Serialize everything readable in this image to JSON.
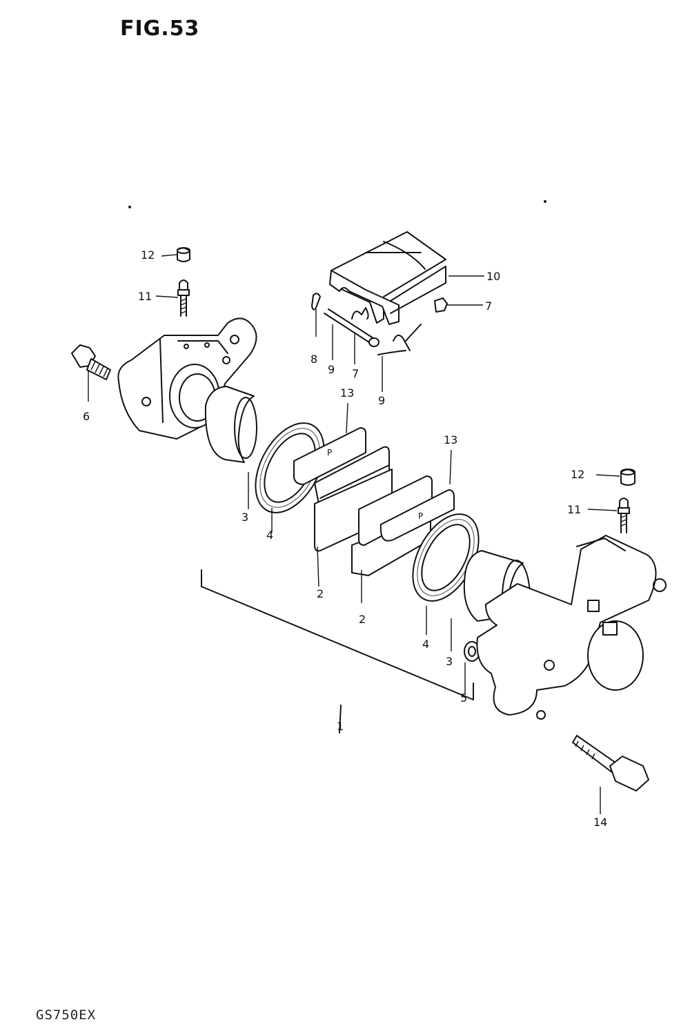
{
  "figure_title": "FIG.53",
  "model_code": "GS750EX",
  "part_labels": [
    {
      "id": "12a",
      "text": "12"
    },
    {
      "id": "11a",
      "text": "11"
    },
    {
      "id": "6",
      "text": "6"
    },
    {
      "id": "8",
      "text": "8"
    },
    {
      "id": "9a",
      "text": "9"
    },
    {
      "id": "7a",
      "text": "7"
    },
    {
      "id": "9b",
      "text": "9"
    },
    {
      "id": "10",
      "text": "10"
    },
    {
      "id": "7b",
      "text": "7"
    },
    {
      "id": "13a",
      "text": "13"
    },
    {
      "id": "13b",
      "text": "13"
    },
    {
      "id": "3a",
      "text": "3"
    },
    {
      "id": "4a",
      "text": "4"
    },
    {
      "id": "2a",
      "text": "2"
    },
    {
      "id": "2b",
      "text": "2"
    },
    {
      "id": "12b",
      "text": "12"
    },
    {
      "id": "11b",
      "text": "11"
    },
    {
      "id": "4b",
      "text": "4"
    },
    {
      "id": "3b",
      "text": "3"
    },
    {
      "id": "5",
      "text": "5"
    },
    {
      "id": "1",
      "text": "1"
    },
    {
      "id": "14",
      "text": "14"
    }
  ]
}
